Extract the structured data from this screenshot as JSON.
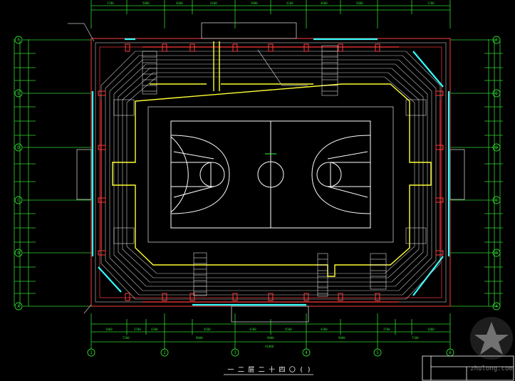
{
  "drawing": {
    "title_text": "一 二 层 二 十 四 〇 (  )  ",
    "grid_rows_left": [
      "F",
      "E",
      "D",
      "C",
      "B",
      "A"
    ],
    "grid_cols_bottom": [
      "1",
      "2",
      "3",
      "4",
      "5",
      "6"
    ],
    "top_dims": [
      "1700",
      "5000",
      "4600",
      "4100",
      "3900",
      "4100",
      "4600",
      "5000",
      "1700"
    ],
    "bottom_dims_1": [
      "1800",
      "3700",
      "4300",
      "4500",
      "4300",
      "4500",
      "4300",
      "3700",
      "1800"
    ],
    "bottom_dims_2": [
      "7200",
      "9000",
      "9000",
      "9000",
      "7200"
    ],
    "bottom_total": "41000",
    "watermark_text": "zhulong.com"
  },
  "colors": {
    "outline_red": "#ff3b3b",
    "stair_white": "#ffffff",
    "court_white": "#ffffff",
    "seat_yellow": "#ffff33",
    "wall_cyan": "#33ffff",
    "dim_green": "#33ff33",
    "line_gray": "#c8c8c8"
  }
}
